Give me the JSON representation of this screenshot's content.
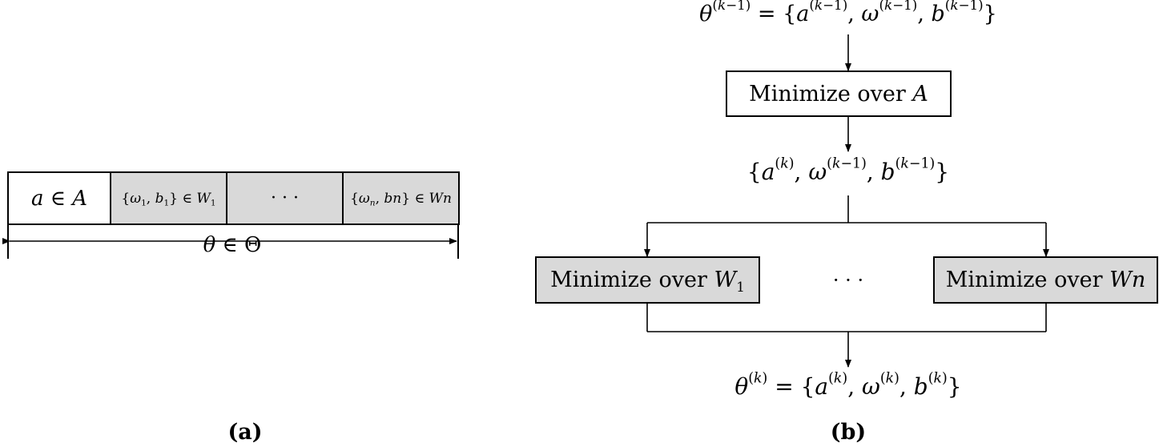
{
  "panel_a": {
    "cells": [
      {
        "id": "a-in-A",
        "text": "a ∈ A"
      },
      {
        "id": "w1-b1",
        "text": "{ω1, b1} ∈ W1"
      },
      {
        "id": "dots",
        "text": "· · ·"
      },
      {
        "id": "wn-bn",
        "text": "{ωn, bn} ∈ Wn"
      }
    ],
    "span_label": "θ ∈ Θ",
    "caption": "(a)"
  },
  "panel_b": {
    "input_label": "θ(k−1) = {a(k−1), ω(k−1), b(k−1)}",
    "minimize_A": "Minimize over A",
    "intermediate_label": "{a(k), ω(k−1), b(k−1)}",
    "minimize_W1": "Minimize over W1",
    "dots": "· · ·",
    "minimize_Wn": "Minimize over Wn",
    "output_label": "θ(k) = {a(k), ω(k), b(k)}",
    "caption": "(b)"
  },
  "colors": {
    "gray_fill": "#d9d9d9",
    "stroke": "#000000"
  }
}
